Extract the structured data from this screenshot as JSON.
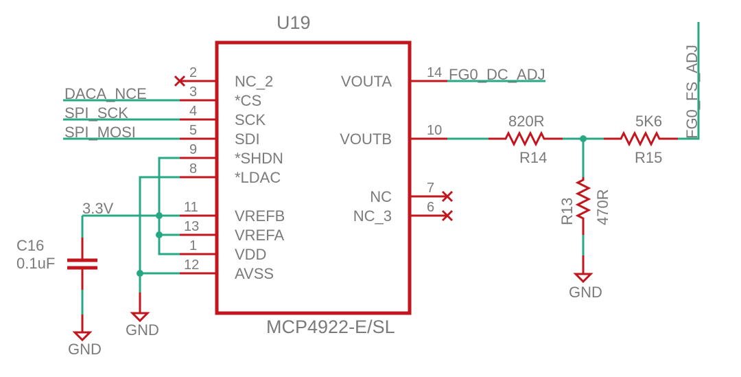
{
  "chip": {
    "ref": "U19",
    "part": "MCP4922-E/SL",
    "left_pins": [
      {
        "num": "2",
        "name": "NC_2"
      },
      {
        "num": "3",
        "name": "*CS"
      },
      {
        "num": "4",
        "name": "SCK"
      },
      {
        "num": "5",
        "name": "SDI"
      },
      {
        "num": "9",
        "name": "*SHDN"
      },
      {
        "num": "8",
        "name": "*LDAC"
      },
      {
        "num": "11",
        "name": "VREFB"
      },
      {
        "num": "13",
        "name": "VREFA"
      },
      {
        "num": "1",
        "name": "VDD"
      },
      {
        "num": "12",
        "name": "AVSS"
      }
    ],
    "right_pins": [
      {
        "num": "14",
        "name": "VOUTA"
      },
      {
        "num": "10",
        "name": "VOUTB"
      },
      {
        "num": "7",
        "name": "NC"
      },
      {
        "num": "6",
        "name": "NC_3"
      }
    ]
  },
  "nets": {
    "daca_nce": "DACA_NCE",
    "spi_sck": "SPI_SCK",
    "spi_mosi": "SPI_MOSI",
    "supply": "3.3V",
    "fg0_dc_adj": "FG0_DC_ADJ",
    "fg0_fs_adj": "FG0_FS_ADJ"
  },
  "components": {
    "c16": {
      "ref": "C16",
      "value": "0.1uF"
    },
    "r14": {
      "ref": "R14",
      "value": "820R"
    },
    "r15": {
      "ref": "R15",
      "value": "5K6"
    },
    "r13": {
      "ref": "R13",
      "value": "470R"
    }
  },
  "grounds": {
    "gnd_cap": "GND",
    "gnd_chip": "GND",
    "gnd_r13": "GND"
  }
}
